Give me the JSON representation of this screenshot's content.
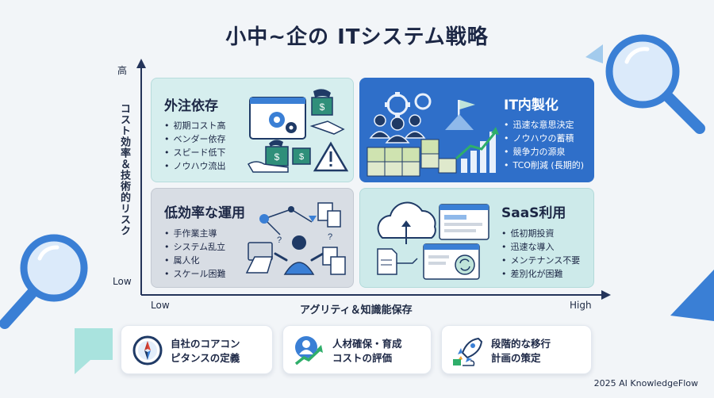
{
  "title": "小中~企の ITシステム戦略",
  "axes": {
    "y_label": "コスト効率＆技術的リスク",
    "y_high": "高",
    "y_low": "Low",
    "x_label": "アグリティ＆知識能保存",
    "x_low": "Low",
    "x_high": "High"
  },
  "quadrants": {
    "outsource": {
      "title": "外注依存",
      "items": [
        "初期コスト高",
        "ベンダー依存",
        "スピード低下",
        "ノウハウ流出"
      ]
    },
    "inhouse": {
      "title": "IT内製化",
      "items": [
        "迅速な意思決定",
        "ノウハウの蓄積",
        "競争力の源泉",
        "TCO削減 (長期的)"
      ]
    },
    "lowops": {
      "title": "低効率な運用",
      "items": [
        "手作業主導",
        "システム乱立",
        "属人化",
        "スケール困難"
      ]
    },
    "saas": {
      "title": "SaaS利用",
      "items": [
        "低初期投資",
        "迅速な導入",
        "メンテナンス不要",
        "差別化が困難"
      ]
    }
  },
  "cards": [
    {
      "line1": "自社のコアコン",
      "line2": "ピタンスの定義",
      "icon": "compass-icon"
    },
    {
      "line1": "人材確保・育成",
      "line2": "コストの評価",
      "icon": "talent-growth-icon"
    },
    {
      "line1": "段階的な移行",
      "line2": "計画の策定",
      "icon": "rocket-icon"
    }
  ],
  "footer": "2025 AI KnowledgeFlow",
  "colors": {
    "inhouse_bg": "#2f6fc9",
    "outsource_bg": "#d6eeee",
    "lowops_bg": "#d8dde4",
    "saas_bg": "#cdeaea",
    "accent": "#3a7fd5"
  }
}
